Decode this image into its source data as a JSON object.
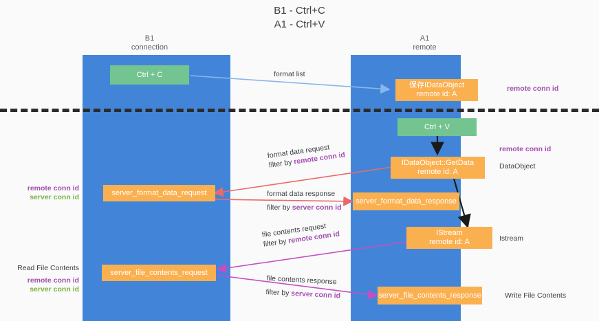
{
  "title": {
    "line1": "B1 - Ctrl+C",
    "line2": "A1 - Ctrl+V"
  },
  "columns": [
    {
      "name": "B1",
      "role": "connection"
    },
    {
      "name": "A1",
      "role": "remote"
    }
  ],
  "boxes": {
    "ctrl_c": "Ctrl + C",
    "ctrl_v": "Ctrl + V",
    "save_idataobject_l1": "保存IDataObject",
    "save_idataobject_l2": "remote id: A",
    "getdata_l1": "IDataObject::GetData",
    "getdata_l2": "remote id: A",
    "istream_l1": "IStream",
    "istream_l2": "remote id: A",
    "server_format_data_request": "server_format_data_request",
    "server_format_data_response": "server_format_data_response",
    "server_file_contents_request": "server_file_contents_request",
    "server_file_contents_response": "server_file_contents_response"
  },
  "edge_labels": {
    "format_list": "format list",
    "format_data_request": "format data request",
    "format_data_request_filter_prefix": "filter by ",
    "format_data_request_filter_key": "remote conn id",
    "format_data_response": "format data response",
    "format_data_response_filter_prefix": "filter by ",
    "format_data_response_filter_key": "server conn id",
    "file_contents_request": "file contents request",
    "file_contents_request_filter_prefix": "filter by ",
    "file_contents_request_filter_key": "remote conn id",
    "file_contents_response": "file contents response",
    "file_contents_response_filter_prefix": "filter by ",
    "file_contents_response_filter_key": "server conn id"
  },
  "annotations": {
    "right_remote_conn_id_top": "remote conn id",
    "right_remote_conn_id_mid": "remote conn id",
    "right_dataobject": "DataObject",
    "right_istream": "Istream",
    "right_write_file_contents": "Write File Contents",
    "left_remote_conn_id_mid": "remote conn id",
    "left_server_conn_id_mid": "server conn id",
    "left_read_file_contents": "Read File Contents",
    "left_remote_conn_id_bot": "remote conn id",
    "left_server_conn_id_bot": "server conn id"
  },
  "colors": {
    "lane": "#4285d8",
    "green_box": "#73c490",
    "orange_box": "#fbb050",
    "purple_text": "#a34fb0",
    "green_text": "#7cb342",
    "arrow_light_blue": "#8ab6e8",
    "arrow_red": "#ea6a6a",
    "arrow_magenta": "#c44ec4",
    "arrow_black": "#1a1a1a",
    "divider": "#2b2b2b"
  }
}
